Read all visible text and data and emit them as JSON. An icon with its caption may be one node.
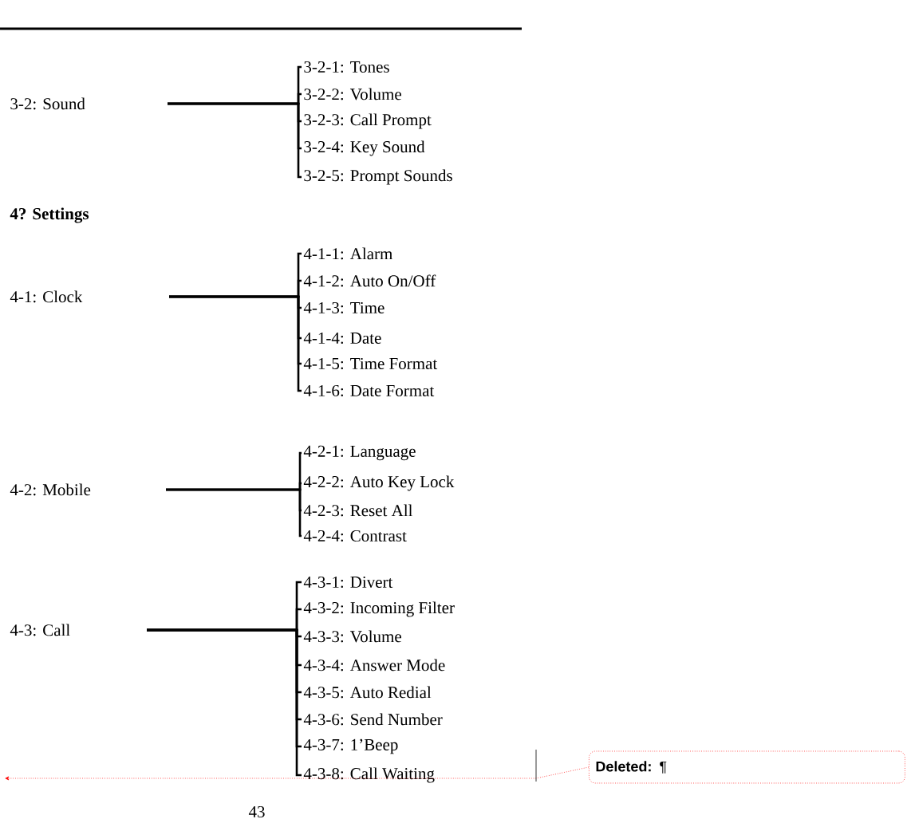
{
  "diagram": {
    "nodes": [
      {
        "text": [
          "3-2:  Sound"
        ]
      },
      {
        "text": [
          "3-2-1:  Tones"
        ]
      },
      {
        "text": [
          "3-2-2:  Volume"
        ]
      },
      {
        "text": [
          "3-2-3:  Call Prompt"
        ]
      },
      {
        "text": [
          "3-2-4:  Key Sound"
        ]
      },
      {
        "text": [
          "3-2-5:  Prompt Sounds"
        ]
      },
      {
        "text": [
          "4-1:  Clock"
        ]
      },
      {
        "text": [
          "4-1-1:  Alarm"
        ]
      },
      {
        "text": [
          "4-1-2:  Auto On/Off"
        ]
      },
      {
        "text": [
          "4-1-3:  Time"
        ]
      },
      {
        "text": [
          "4-1-4:  Date"
        ]
      },
      {
        "text": [
          "4-1-5:  Time Format"
        ]
      },
      {
        "text": [
          "4-1-6:  Date Format"
        ]
      },
      {
        "text": [
          "4-2:  Mobile"
        ]
      },
      {
        "text": [
          "4-2-1:  Language"
        ]
      },
      {
        "text": [
          "4-2-2:  Auto Key Lock"
        ]
      },
      {
        "text": [
          "4-2-3:  Reset All"
        ]
      },
      {
        "text": [
          "4-2-4:  Contrast"
        ]
      },
      {
        "text": [
          "4-3:  Call"
        ]
      },
      {
        "text": [
          "4-3-1:  Divert"
        ]
      },
      {
        "text": [
          "4-3-2:  Incoming Filter"
        ]
      },
      {
        "text": [
          "4-3-3:  Volume"
        ]
      },
      {
        "text": [
          "4-3-4:  Answer Mode"
        ]
      },
      {
        "text": [
          "4-3-5:  Auto Redial"
        ]
      },
      {
        "text": [
          "4-3-6:  Send Number"
        ]
      },
      {
        "text": [
          "4-3-7:  1’Beep"
        ]
      },
      {
        "text": [
          "4-3-8:  Call Waiting"
        ]
      },
      {
        "text": [
          "**Deleted:** ¶"
        ]
      }
    ],
    "edges": [
      {
        "from": 0,
        "to": 1,
        "arrow": "none"
      },
      {
        "from": 0,
        "to": 2,
        "arrow": "none"
      },
      {
        "from": 0,
        "to": 3,
        "arrow": "none"
      },
      {
        "from": 0,
        "to": 4,
        "arrow": "none"
      },
      {
        "from": 0,
        "to": 5,
        "arrow": "none"
      },
      {
        "from": 6,
        "to": 7,
        "arrow": "none"
      },
      {
        "from": 6,
        "to": 8,
        "arrow": "none"
      },
      {
        "from": 6,
        "to": 9,
        "arrow": "none"
      },
      {
        "from": 6,
        "to": 10,
        "arrow": "none"
      },
      {
        "from": 6,
        "to": 11,
        "arrow": "none"
      },
      {
        "from": 6,
        "to": 12,
        "arrow": "none"
      },
      {
        "from": 13,
        "to": 14,
        "arrow": "none"
      },
      {
        "from": 13,
        "to": 15,
        "arrow": "none"
      },
      {
        "from": 13,
        "to": 16,
        "arrow": "none"
      },
      {
        "from": 13,
        "to": 17,
        "arrow": "none"
      },
      {
        "from": 18,
        "to": 19,
        "arrow": "none"
      },
      {
        "from": 18,
        "to": 20,
        "arrow": "none"
      },
      {
        "from": 18,
        "to": 21,
        "arrow": "none"
      },
      {
        "from": 18,
        "to": 22,
        "arrow": "none"
      },
      {
        "from": 18,
        "to": 23,
        "arrow": "none"
      },
      {
        "from": 18,
        "to": 24,
        "arrow": "none"
      },
      {
        "from": 18,
        "to": 25,
        "arrow": "none"
      },
      {
        "from": 18,
        "to": 26,
        "arrow": "none"
      },
      {
        "from": 27,
        "to": null,
        "arrow": "to",
        "style": "dashed",
        "color": "#ff0000"
      }
    ],
    "labels": [
      "4? Settings",
      "43"
    ]
  }
}
